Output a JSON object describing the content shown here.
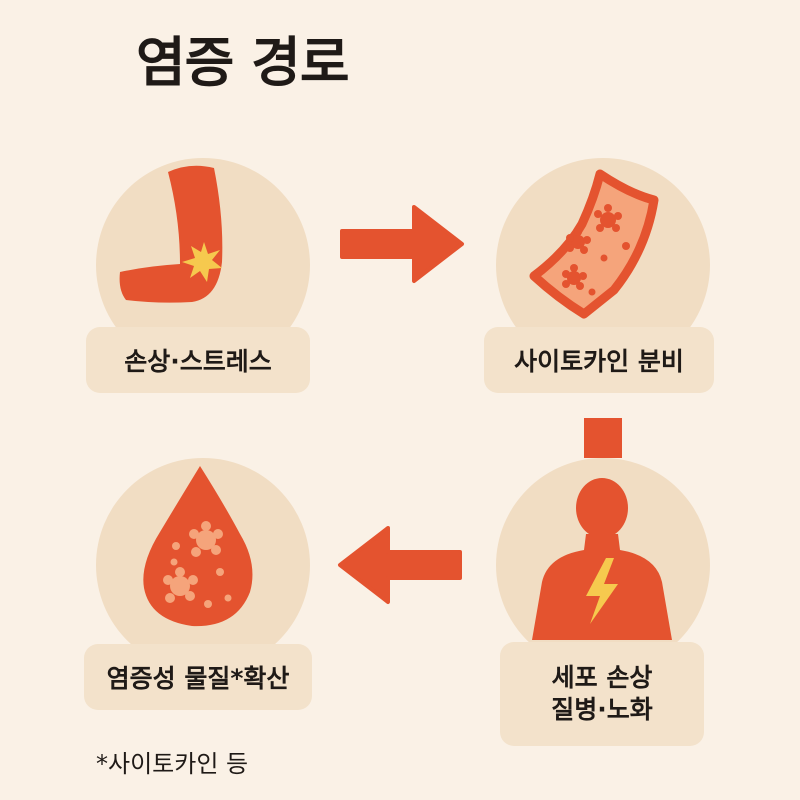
{
  "title": "염증 경로",
  "steps": [
    {
      "label": "손상·스트레스"
    },
    {
      "label": "사이토카인 분비"
    },
    {
      "label_line1": "세포 손상",
      "label_line2": "질병·노화"
    },
    {
      "label": "염증성 물질*확산"
    }
  ],
  "footnote": "*사이토카인 등",
  "colors": {
    "background": "#faf1e6",
    "circle": "#f1ddc3",
    "accent": "#e4532f",
    "highlight": "#f5a47b",
    "spark": "#f6c94e"
  },
  "icons": [
    "elbow-joint-icon",
    "blood-vessel-icon",
    "human-body-icon",
    "blood-drop-icon",
    "arrow-right-icon",
    "arrow-down-icon",
    "arrow-left-icon"
  ]
}
